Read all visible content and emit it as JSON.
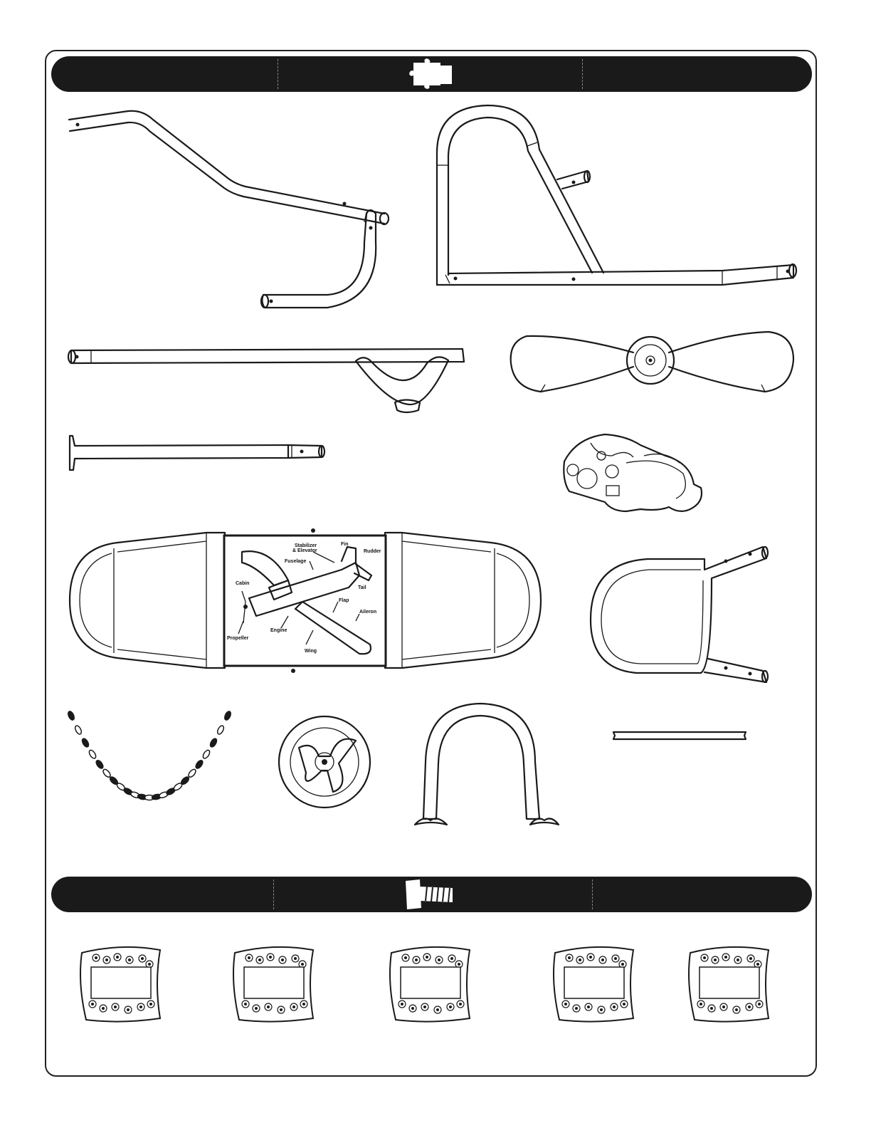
{
  "header": {
    "parts_icon": "puzzle-piece-icon",
    "hardware_icon": "bolt-icon"
  },
  "airplane_panel": {
    "labels": {
      "stabilizer": "Stabilizer",
      "elevator": "& Elevator",
      "fin": "Fin",
      "rudder": "Rudder",
      "fuselage": "Fuselage",
      "tail": "Tail",
      "cabin": "Cabin",
      "flap": "Flap",
      "aileron": "Aileron",
      "engine": "Engine",
      "propeller": "Propeller",
      "wing": "Wing"
    }
  },
  "hardware_bags": [
    {
      "icon": "hardware-bag-icon"
    },
    {
      "icon": "hardware-bag-icon"
    },
    {
      "icon": "hardware-bag-icon"
    },
    {
      "icon": "hardware-bag-icon"
    },
    {
      "icon": "hardware-bag-icon"
    }
  ]
}
